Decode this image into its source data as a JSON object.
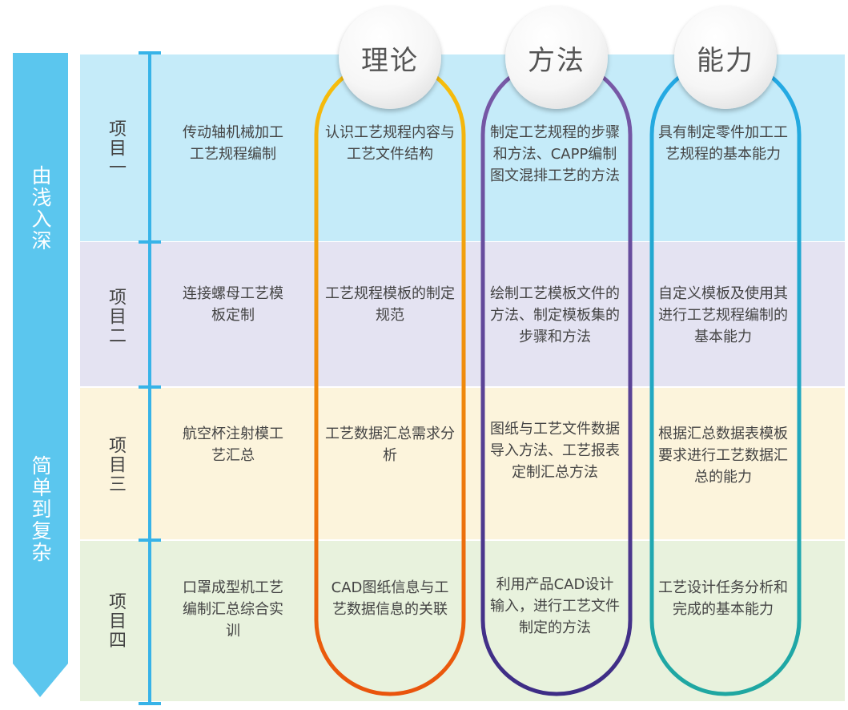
{
  "progression": {
    "first_stage": "由浅入深",
    "second_stage": "简单到复杂"
  },
  "columns": {
    "theory": "理论",
    "method": "方法",
    "ability": "能力"
  },
  "projects": [
    {
      "label": "项目一",
      "task": "传动轴机械加工工艺规程编制",
      "theory": "认识工艺规程内容与工艺文件结构",
      "method": "制定工艺规程的步骤和方法、CAPP编制图文混排工艺的方法",
      "ability": "具有制定零件加工工艺规程的基本能力"
    },
    {
      "label": "项目二",
      "task": "连接螺母工艺模板定制",
      "theory": "工艺规程模板的制定规范",
      "method": "绘制工艺模板文件的方法、制定模板集的步骤和方法",
      "ability": "自定义模板及使用其进行工艺规程编制的基本能力"
    },
    {
      "label": "项目三",
      "task": "航空杯注射模工艺汇总",
      "theory": "工艺数据汇总需求分析",
      "method": "图纸与工艺文件数据导入方法、工艺报表定制汇总方法",
      "ability": "根据汇总数据表模板要求进行工艺数据汇总的能力"
    },
    {
      "label": "项目四",
      "task": "口罩成型机工艺编制汇总综合实训",
      "theory": "CAD图纸信息与工艺数据信息的关联",
      "method": "利用产品CAD设计输入，进行工艺文件制定的方法",
      "ability": "工艺设计任务分析和完成的基本能力"
    }
  ],
  "colors": {
    "arrow": "#5bc6ee",
    "axis": "#37b3e8",
    "theory_top": "#f6c10d",
    "theory_bottom": "#e9540c",
    "method_top": "#7a5ba8",
    "method_bottom": "#3d2c85",
    "ability_top": "#24a9e6",
    "ability_bottom": "#1fa7a1"
  }
}
